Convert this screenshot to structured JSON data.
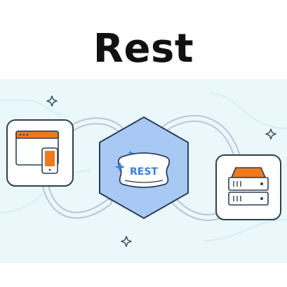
{
  "title": "Rest",
  "diagram": {
    "center_label": "REST",
    "nodes": [
      {
        "name": "client",
        "icon": "browser-and-tablet-icon"
      },
      {
        "name": "api",
        "icon": "pillow-icon",
        "label": "REST"
      },
      {
        "name": "server",
        "icon": "server-icon"
      }
    ],
    "colors": {
      "background": "#eaf8fb",
      "hexagon": "#a9c9f5",
      "accent_orange": "#f07a1a",
      "accent_blue": "#3b7ddd",
      "outline": "#2d3f55",
      "connector": "#b9c6d6"
    }
  }
}
